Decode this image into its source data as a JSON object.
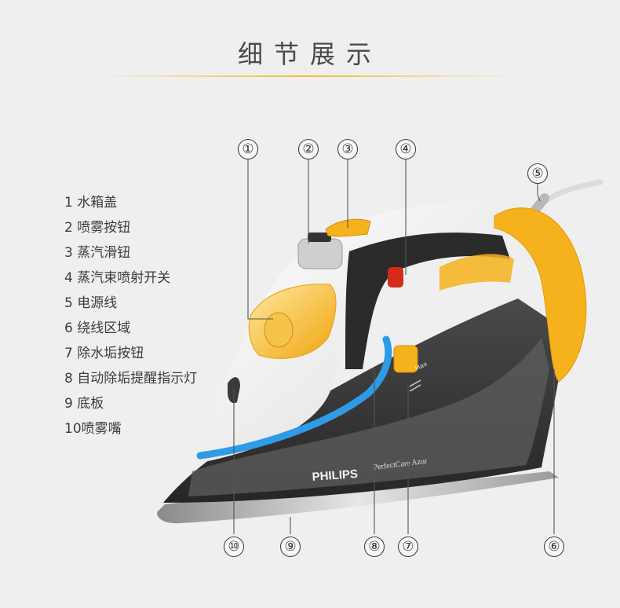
{
  "title": "细节展示",
  "legend": [
    "1 水箱盖",
    "2 喷雾按钮",
    "3 蒸汽滑钮",
    "4 蒸汽束喷射开关",
    "5 电源线",
    "6 绕线区域",
    "7 除水垢按钮",
    "8 自动除垢提醒指示灯",
    "9 底板",
    "10喷雾嘴"
  ],
  "callouts": [
    "①",
    "②",
    "③",
    "④",
    "⑤",
    "⑥",
    "⑦",
    "⑧",
    "⑨",
    "⑩"
  ],
  "product": {
    "brand": "PHILIPS",
    "model": "PerfectCare Azur",
    "max_mark": "Max"
  },
  "colors": {
    "accent_yellow": "#f5b21c",
    "accent_blue": "#2e9be6",
    "body_white": "#ffffff",
    "body_dark": "#2e2e2e",
    "soleplate": "#bdbdbd",
    "red_switch": "#d62a1c"
  }
}
